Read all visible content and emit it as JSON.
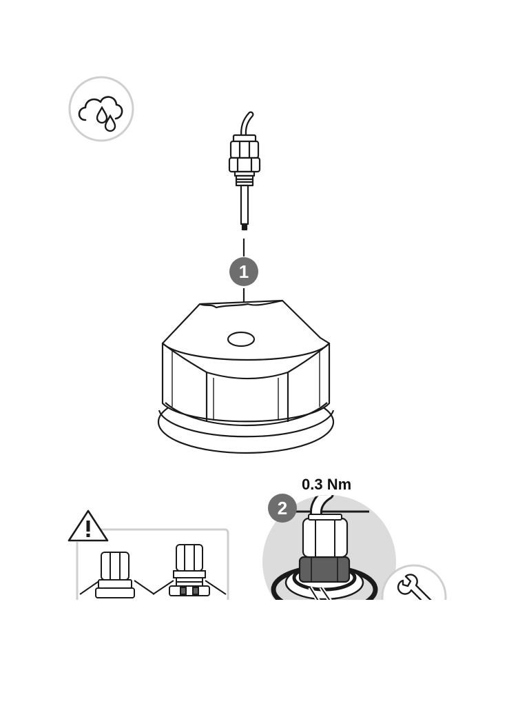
{
  "colors": {
    "line": "#1a1a1a",
    "badge": "#6e6e6e",
    "panel": "#dcdcdc",
    "cap_fill": "#ffffff",
    "nut_dark": "#5f5f5f"
  },
  "icons": {
    "weather": "cloud-rain-icon",
    "warning": "warning-triangle-icon",
    "tool": "wrench-icon"
  },
  "steps": [
    {
      "number": "1"
    },
    {
      "number": "2"
    }
  ],
  "torque": {
    "label": "0.3 Nm"
  }
}
